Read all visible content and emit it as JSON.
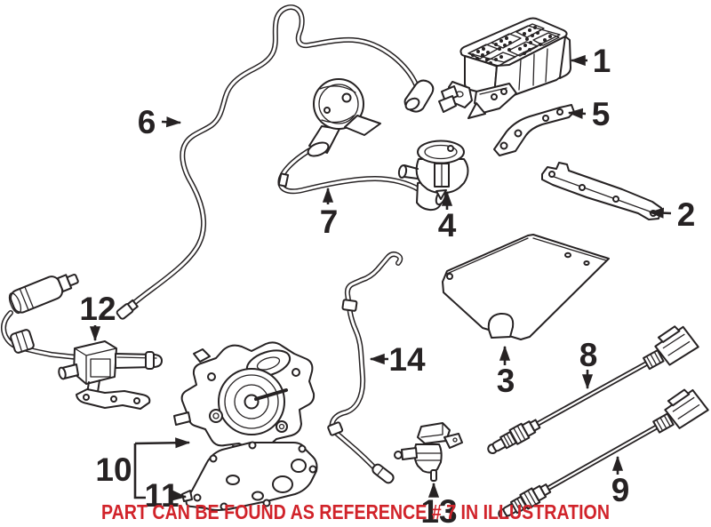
{
  "diagram": {
    "callouts": [
      {
        "label": "1"
      },
      {
        "label": "2"
      },
      {
        "label": "3"
      },
      {
        "label": "4"
      },
      {
        "label": "5"
      },
      {
        "label": "6"
      },
      {
        "label": "7"
      },
      {
        "label": "8"
      },
      {
        "label": "9"
      },
      {
        "label": "10"
      },
      {
        "label": "11"
      },
      {
        "label": "12"
      },
      {
        "label": "13"
      },
      {
        "label": "14"
      }
    ],
    "notice": {
      "text": "PART CAN BE FOUND AS REFERENCE # 7 IN ILLUSTRATION",
      "color": "#d1232a"
    },
    "colors": {
      "line": "#262223",
      "background": "#ffffff"
    }
  }
}
